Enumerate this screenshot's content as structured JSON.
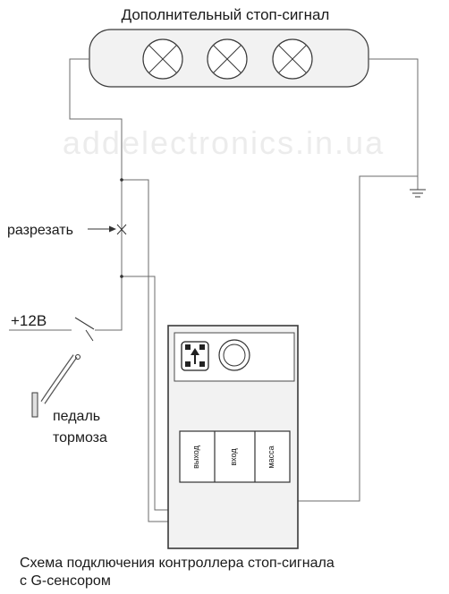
{
  "title": "Дополнительный стоп-сигнал",
  "watermark": "addelectronics.in.ua",
  "labels": {
    "cut": "разрезать",
    "power": "+12В",
    "pedal_line1": "педаль",
    "pedal_line2": "тормоза"
  },
  "terminals": [
    "выход",
    "вход",
    "масса"
  ],
  "caption_line1": "Схема подключения контроллера стоп-сигнала",
  "caption_line2": "с G-сенсором",
  "lamp_count": 3,
  "colors": {
    "wire": "#6b6b6b",
    "outline": "#3a3a3a",
    "text": "#1a1a1a",
    "panel": "#f2f2f2",
    "watermark": "#ececec"
  },
  "icons": {
    "lamp": "lamp-cross-icon",
    "sensor": "g-sensor-car-icon",
    "ground": "ground-icon",
    "cut": "cut-x-icon",
    "switch": "switch-icon",
    "pedal": "brake-pedal-icon"
  }
}
